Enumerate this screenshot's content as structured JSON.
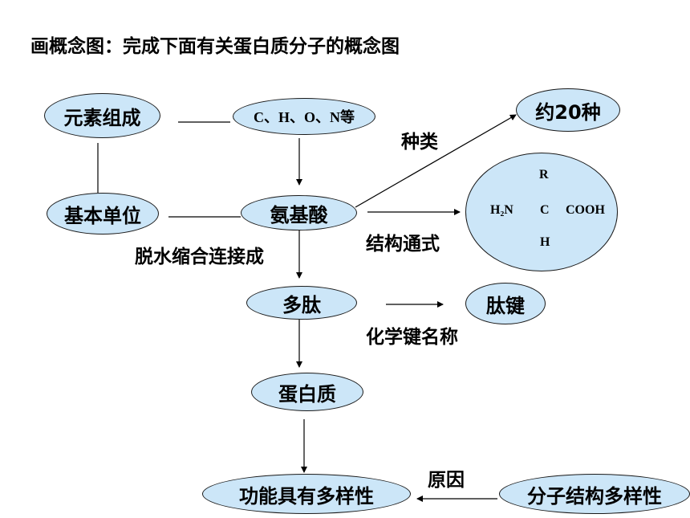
{
  "title": "画概念图：完成下面有关蛋白质分子的概念图",
  "nodes": {
    "element": "元素组成",
    "chon": "C、H、O、N等",
    "unit": "基本单位",
    "amino_acid": "氨基酸",
    "about20": "约20种",
    "polypeptide": "多肽",
    "peptide_bond": "肽键",
    "protein": "蛋白质",
    "function_diversity": "功能具有多样性",
    "structure_diversity": "分子结构多样性"
  },
  "labels": {
    "kinds": "种类",
    "general_formula": "结构通式",
    "dehydration": "脱水缩合连接成",
    "bond_name": "化学键名称",
    "reason": "原因"
  },
  "formula": {
    "r": "R",
    "h2n": "H₂N",
    "c": "C",
    "cooh": "COOH",
    "h": "H"
  }
}
